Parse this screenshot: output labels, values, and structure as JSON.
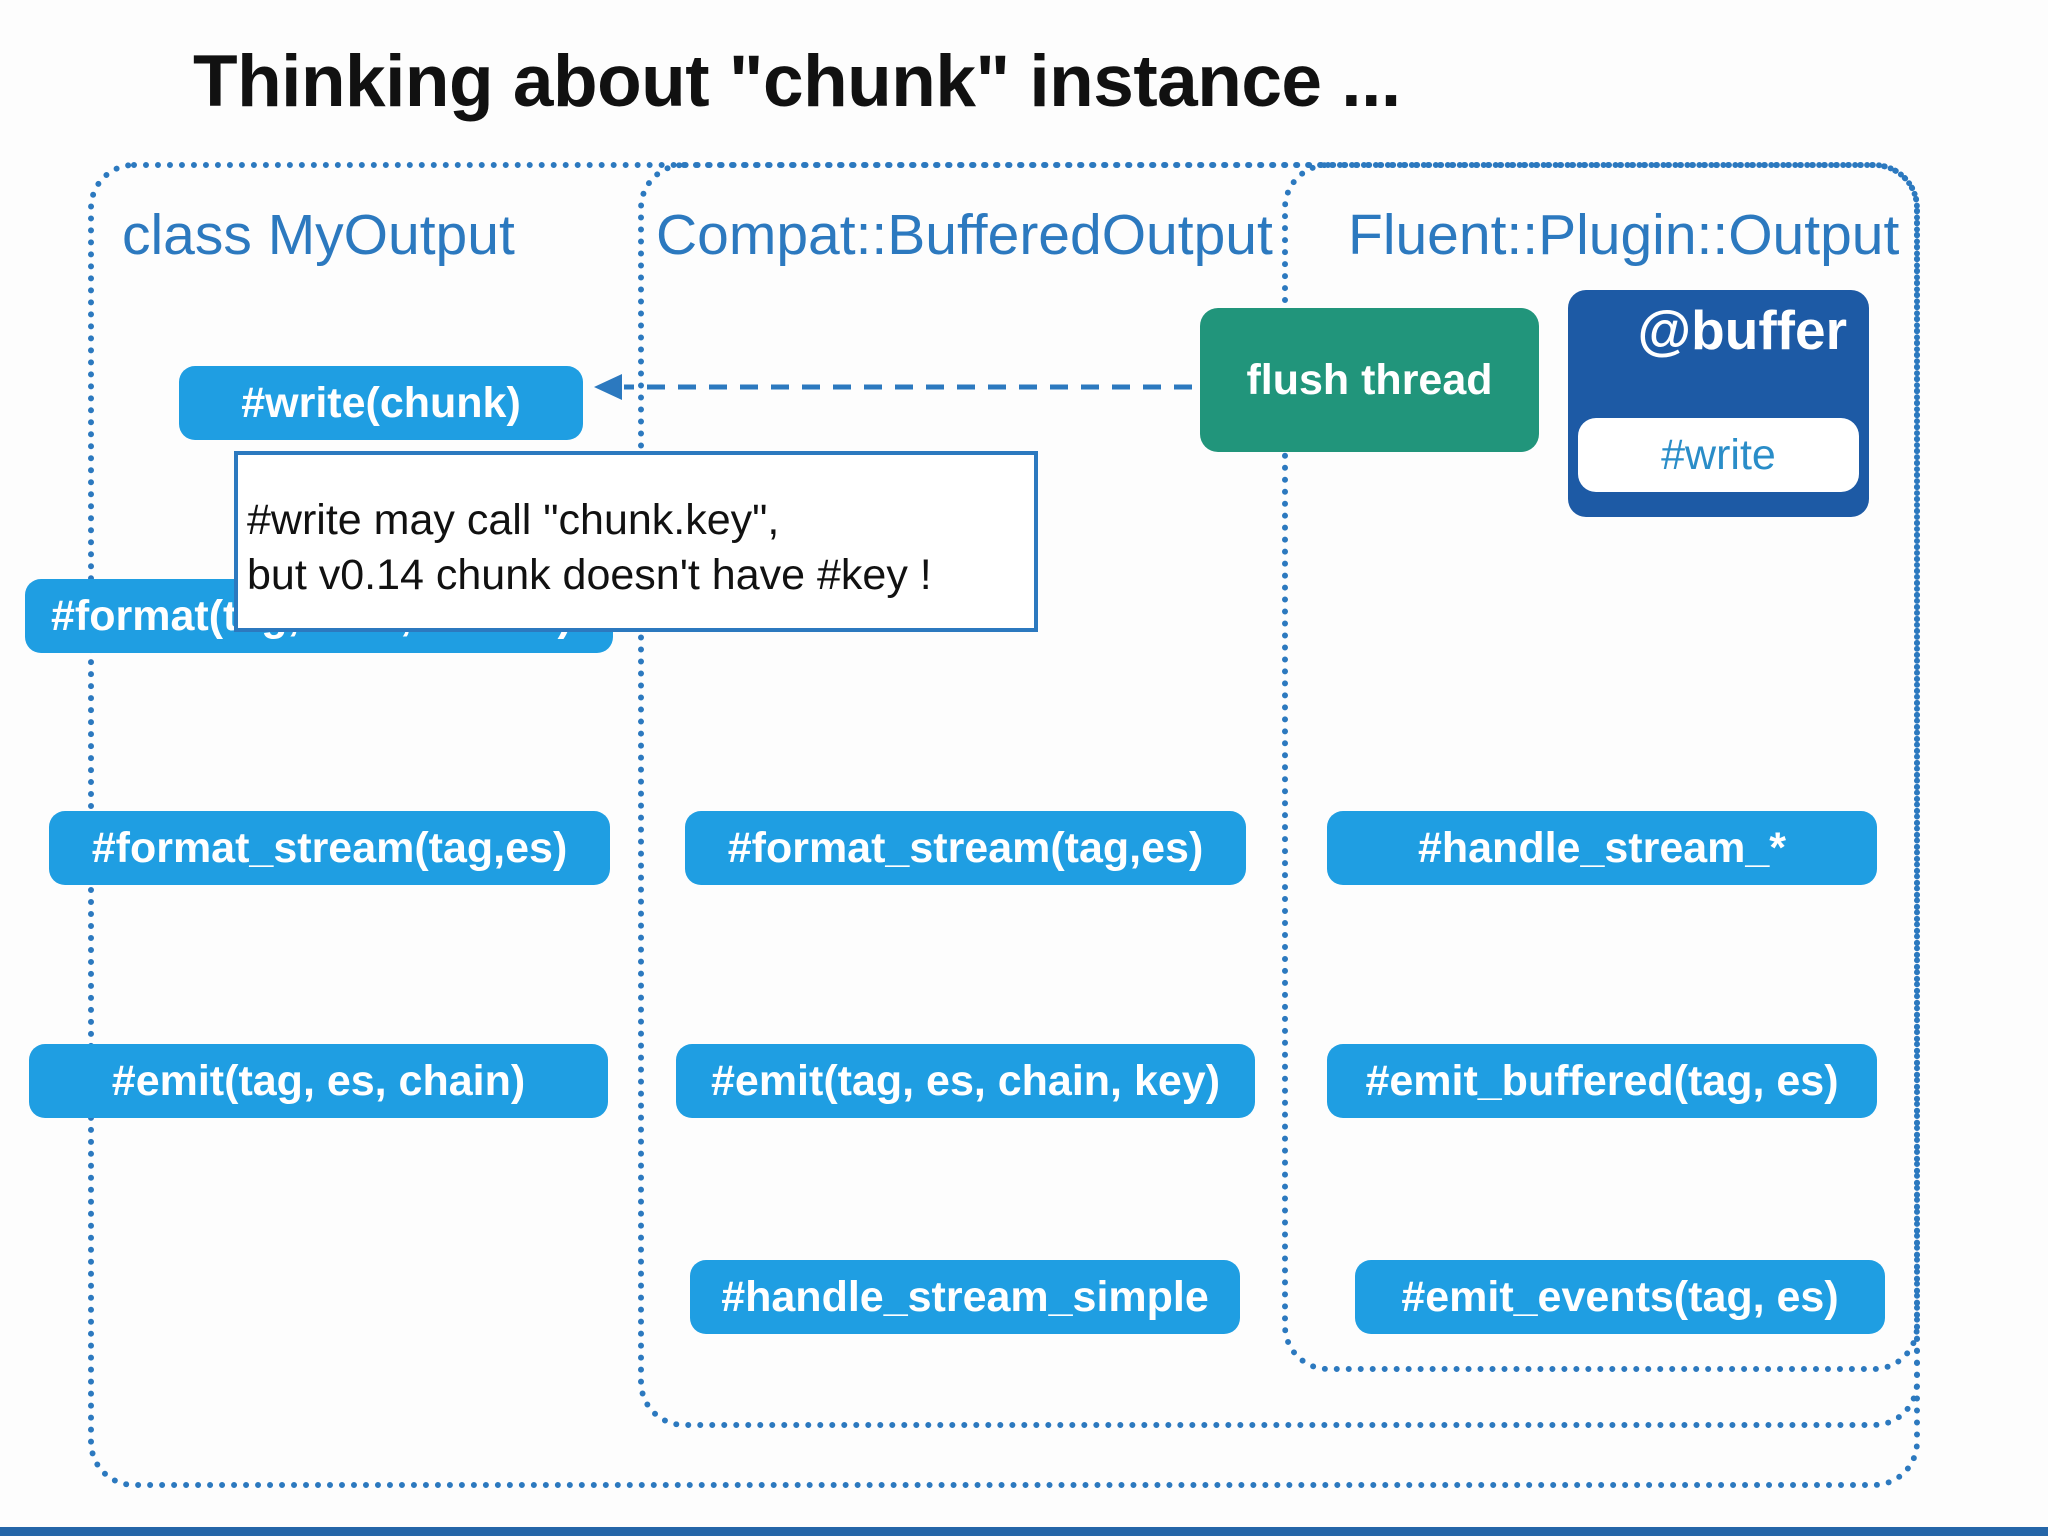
{
  "title": "Thinking about \"chunk\" instance ...",
  "containers": {
    "my_output": {
      "label": "class MyOutput"
    },
    "compat": {
      "label": "Compat::BufferedOutput"
    },
    "fluent": {
      "label": "Fluent::Plugin::Output"
    }
  },
  "methods": {
    "write_chunk": "#write(chunk)",
    "format": "#format(tag, time, record)",
    "my_format_stream": "#format_stream(tag,es)",
    "my_emit": "#emit(tag, es, chain)",
    "compat_format_stream": "#format_stream(tag,es)",
    "compat_emit": "#emit(tag, es, chain, key)",
    "compat_handle_stream_simple": "#handle_stream_simple",
    "fluent_handle_stream": "#handle_stream_*",
    "fluent_emit_buffered": "#emit_buffered(tag, es)",
    "fluent_emit_events": "#emit_events(tag, es)"
  },
  "flush_thread": "flush thread",
  "buffer": {
    "title": "@buffer",
    "write": "#write"
  },
  "note": {
    "line1": "#write may call \"chunk.key\",",
    "line2": "but v0.14 chunk doesn't have #key !"
  },
  "colors": {
    "container_border": "#2c79bf",
    "method_fill": "#1f9ee2",
    "flush_fill": "#21957b",
    "buffer_fill": "#1d5aa5"
  }
}
